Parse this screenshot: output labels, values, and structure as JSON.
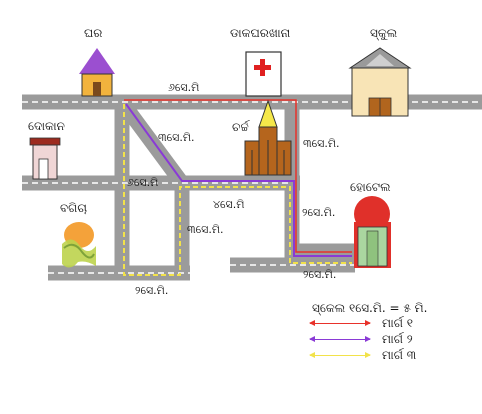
{
  "places": {
    "house": "ଘର",
    "post_office": "ଡାକଘରଖାନା",
    "school": "ସ୍କୁଲ",
    "shop": "ଦୋକାନ",
    "church": "ଚର୍ଚ୍ଚ",
    "hotel": "ହୋଟେଲ",
    "garden": "ବଗିଚା"
  },
  "distances": {
    "top_road": "୬ସେ.ମି",
    "diagonal": "୩ସେ.ମି.",
    "right_upper": "୩ସେ.ମି.",
    "left_vertical": "୬ସେ.ମି",
    "middle_horizontal": "୪ସେ.ମି",
    "middle_vertical": "୩ସେ.ମି.",
    "right_lower": "୨ସେ.ମି.",
    "bottom_left": "୨ସେ.ମି.",
    "bottom_right": "୨ସେ.ମି."
  },
  "legend": {
    "scale": "ସ୍କେଲ ୧ସେ.ମି. = ୫ ମି.",
    "routes": [
      {
        "label": "ମାର୍ଗ ୧",
        "color": "#e8322b"
      },
      {
        "label": "ମାର୍ଗ ୨",
        "color": "#8a3ad6"
      },
      {
        "label": "ମାର୍ଗ ୩",
        "color": "#f2e24a"
      }
    ]
  }
}
